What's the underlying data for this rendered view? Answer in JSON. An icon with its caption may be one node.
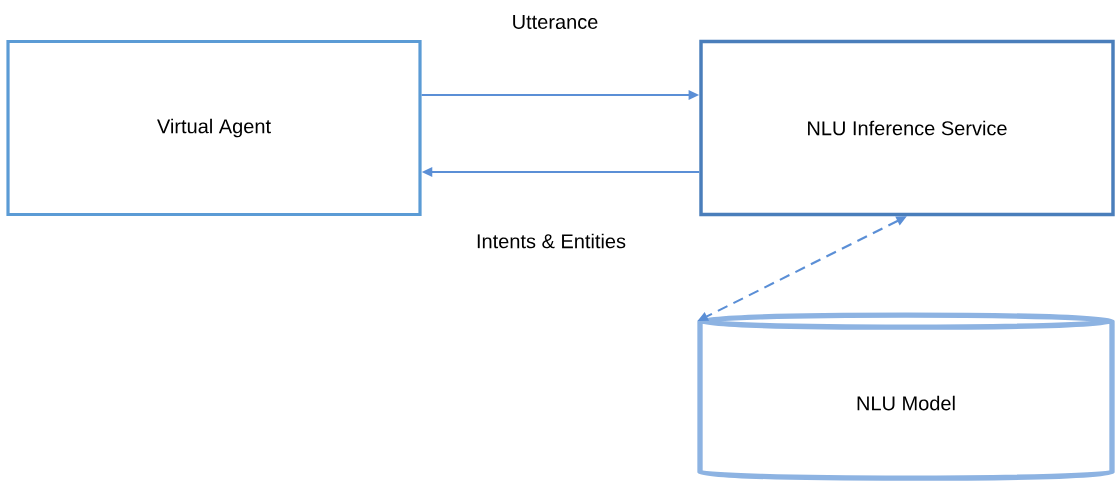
{
  "diagram": {
    "nodes": [
      {
        "text": [
          "Virtual Agent"
        ]
      },
      {
        "text": [
          "NLU Inference Service"
        ]
      },
      {
        "text": [
          "NLU Model"
        ]
      }
    ],
    "edges": [
      {
        "from": 0,
        "to": 1,
        "arrow": "to",
        "label": "Utterance"
      },
      {
        "from": 1,
        "to": 0,
        "arrow": "to",
        "label": "Intents & Entities"
      },
      {
        "from": 1,
        "to": 2,
        "arrow": "both",
        "style": "dashed"
      }
    ]
  }
}
